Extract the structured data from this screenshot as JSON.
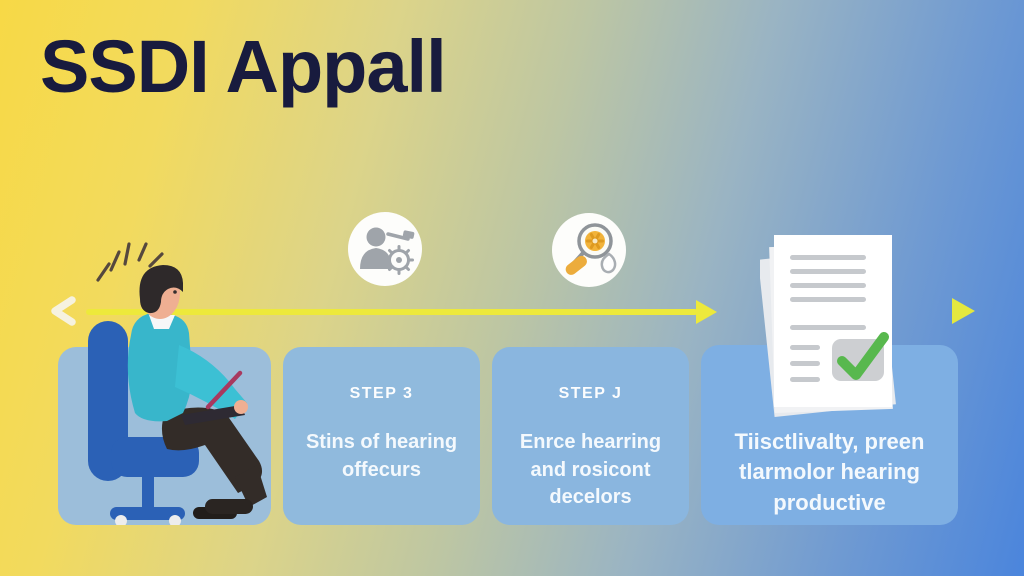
{
  "title": "SSDI Appall",
  "steps": [
    {
      "label": "",
      "body": "",
      "icon": "person-waiting-in-chair-illustration"
    },
    {
      "label": "STEP 3",
      "body": "Stins of hearing offecurs",
      "icon": "hearing-officer-icon"
    },
    {
      "label": "STEP J",
      "body": "Enrce hearring and rosicont decelors",
      "icon": "magnifier-review-icon"
    },
    {
      "label": "",
      "body": "Tiisctlivalty, preen tlarmolor hearing productive",
      "icon": "approved-document-icon"
    }
  ],
  "timeline": {
    "direction": "left-to-right",
    "left_marker": "chevron-left",
    "mid_marker": "arrowhead-right",
    "right_marker": "triangle-right"
  },
  "colors": {
    "background_yellow": "#F7D946",
    "background_blue": "#4B85DC",
    "title_navy": "#181B3E",
    "timeline_yellow": "#EDE93B",
    "card_blue": "#8AB6DF",
    "card_text": "#F4F9FD",
    "chair_blue": "#2B61B6",
    "sweater_teal": "#38B6CB",
    "check_green": "#58B84E",
    "magnifier_yellow": "#F2B33A"
  }
}
